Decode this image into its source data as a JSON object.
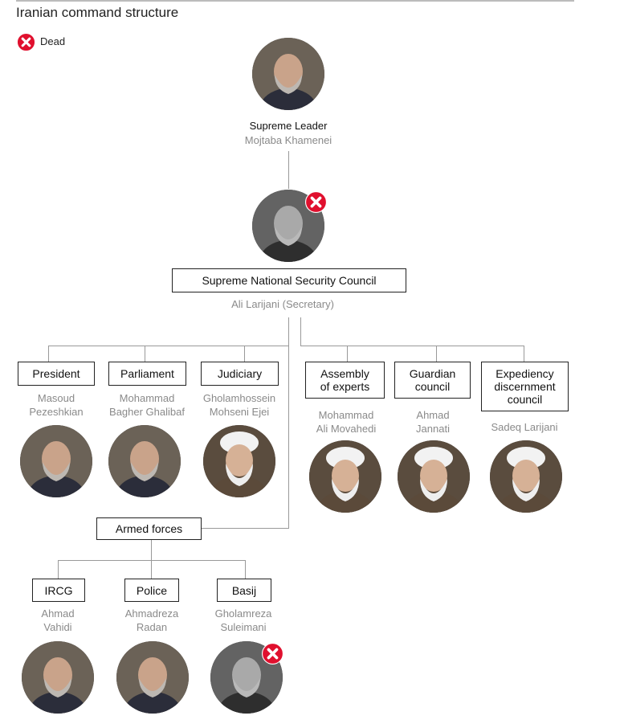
{
  "title": "Iranian command structure",
  "legend": {
    "dead_label": "Dead",
    "dead_color": "#e0102e"
  },
  "leader": {
    "role": "Supreme Leader",
    "name": "Mojtaba Khamenei"
  },
  "council": {
    "label": "Supreme National Security Council",
    "name": "Ali Larijani (Secretary)",
    "dead": true
  },
  "branches_left": [
    {
      "label": "President",
      "name1": "Masoud",
      "name2": "Pezeshkian"
    },
    {
      "label": "Parliament",
      "name1": "Mohammad",
      "name2": "Bagher Ghalibaf"
    },
    {
      "label": "Judiciary",
      "name1": "Gholamhossein",
      "name2": "Mohseni Ejei"
    }
  ],
  "branches_right": [
    {
      "label1": "Assembly",
      "label2": "of experts",
      "name1": "Mohammad",
      "name2": "Ali Movahedi"
    },
    {
      "label1": "Guardian",
      "label2": "council",
      "name1": "Ahmad",
      "name2": "Jannati"
    },
    {
      "label1": "Expediency",
      "label2": "discernment",
      "label3": "council",
      "name1": "Sadeq Larijani"
    }
  ],
  "armed_forces": {
    "label": "Armed forces"
  },
  "forces": [
    {
      "label": "IRCG",
      "name1": "Ahmad",
      "name2": "Vahidi"
    },
    {
      "label": "Police",
      "name1": "Ahmadreza",
      "name2": "Radan"
    },
    {
      "label": "Basij",
      "name1": "Gholamreza",
      "name2": "Suleimani",
      "dead": true
    }
  ]
}
